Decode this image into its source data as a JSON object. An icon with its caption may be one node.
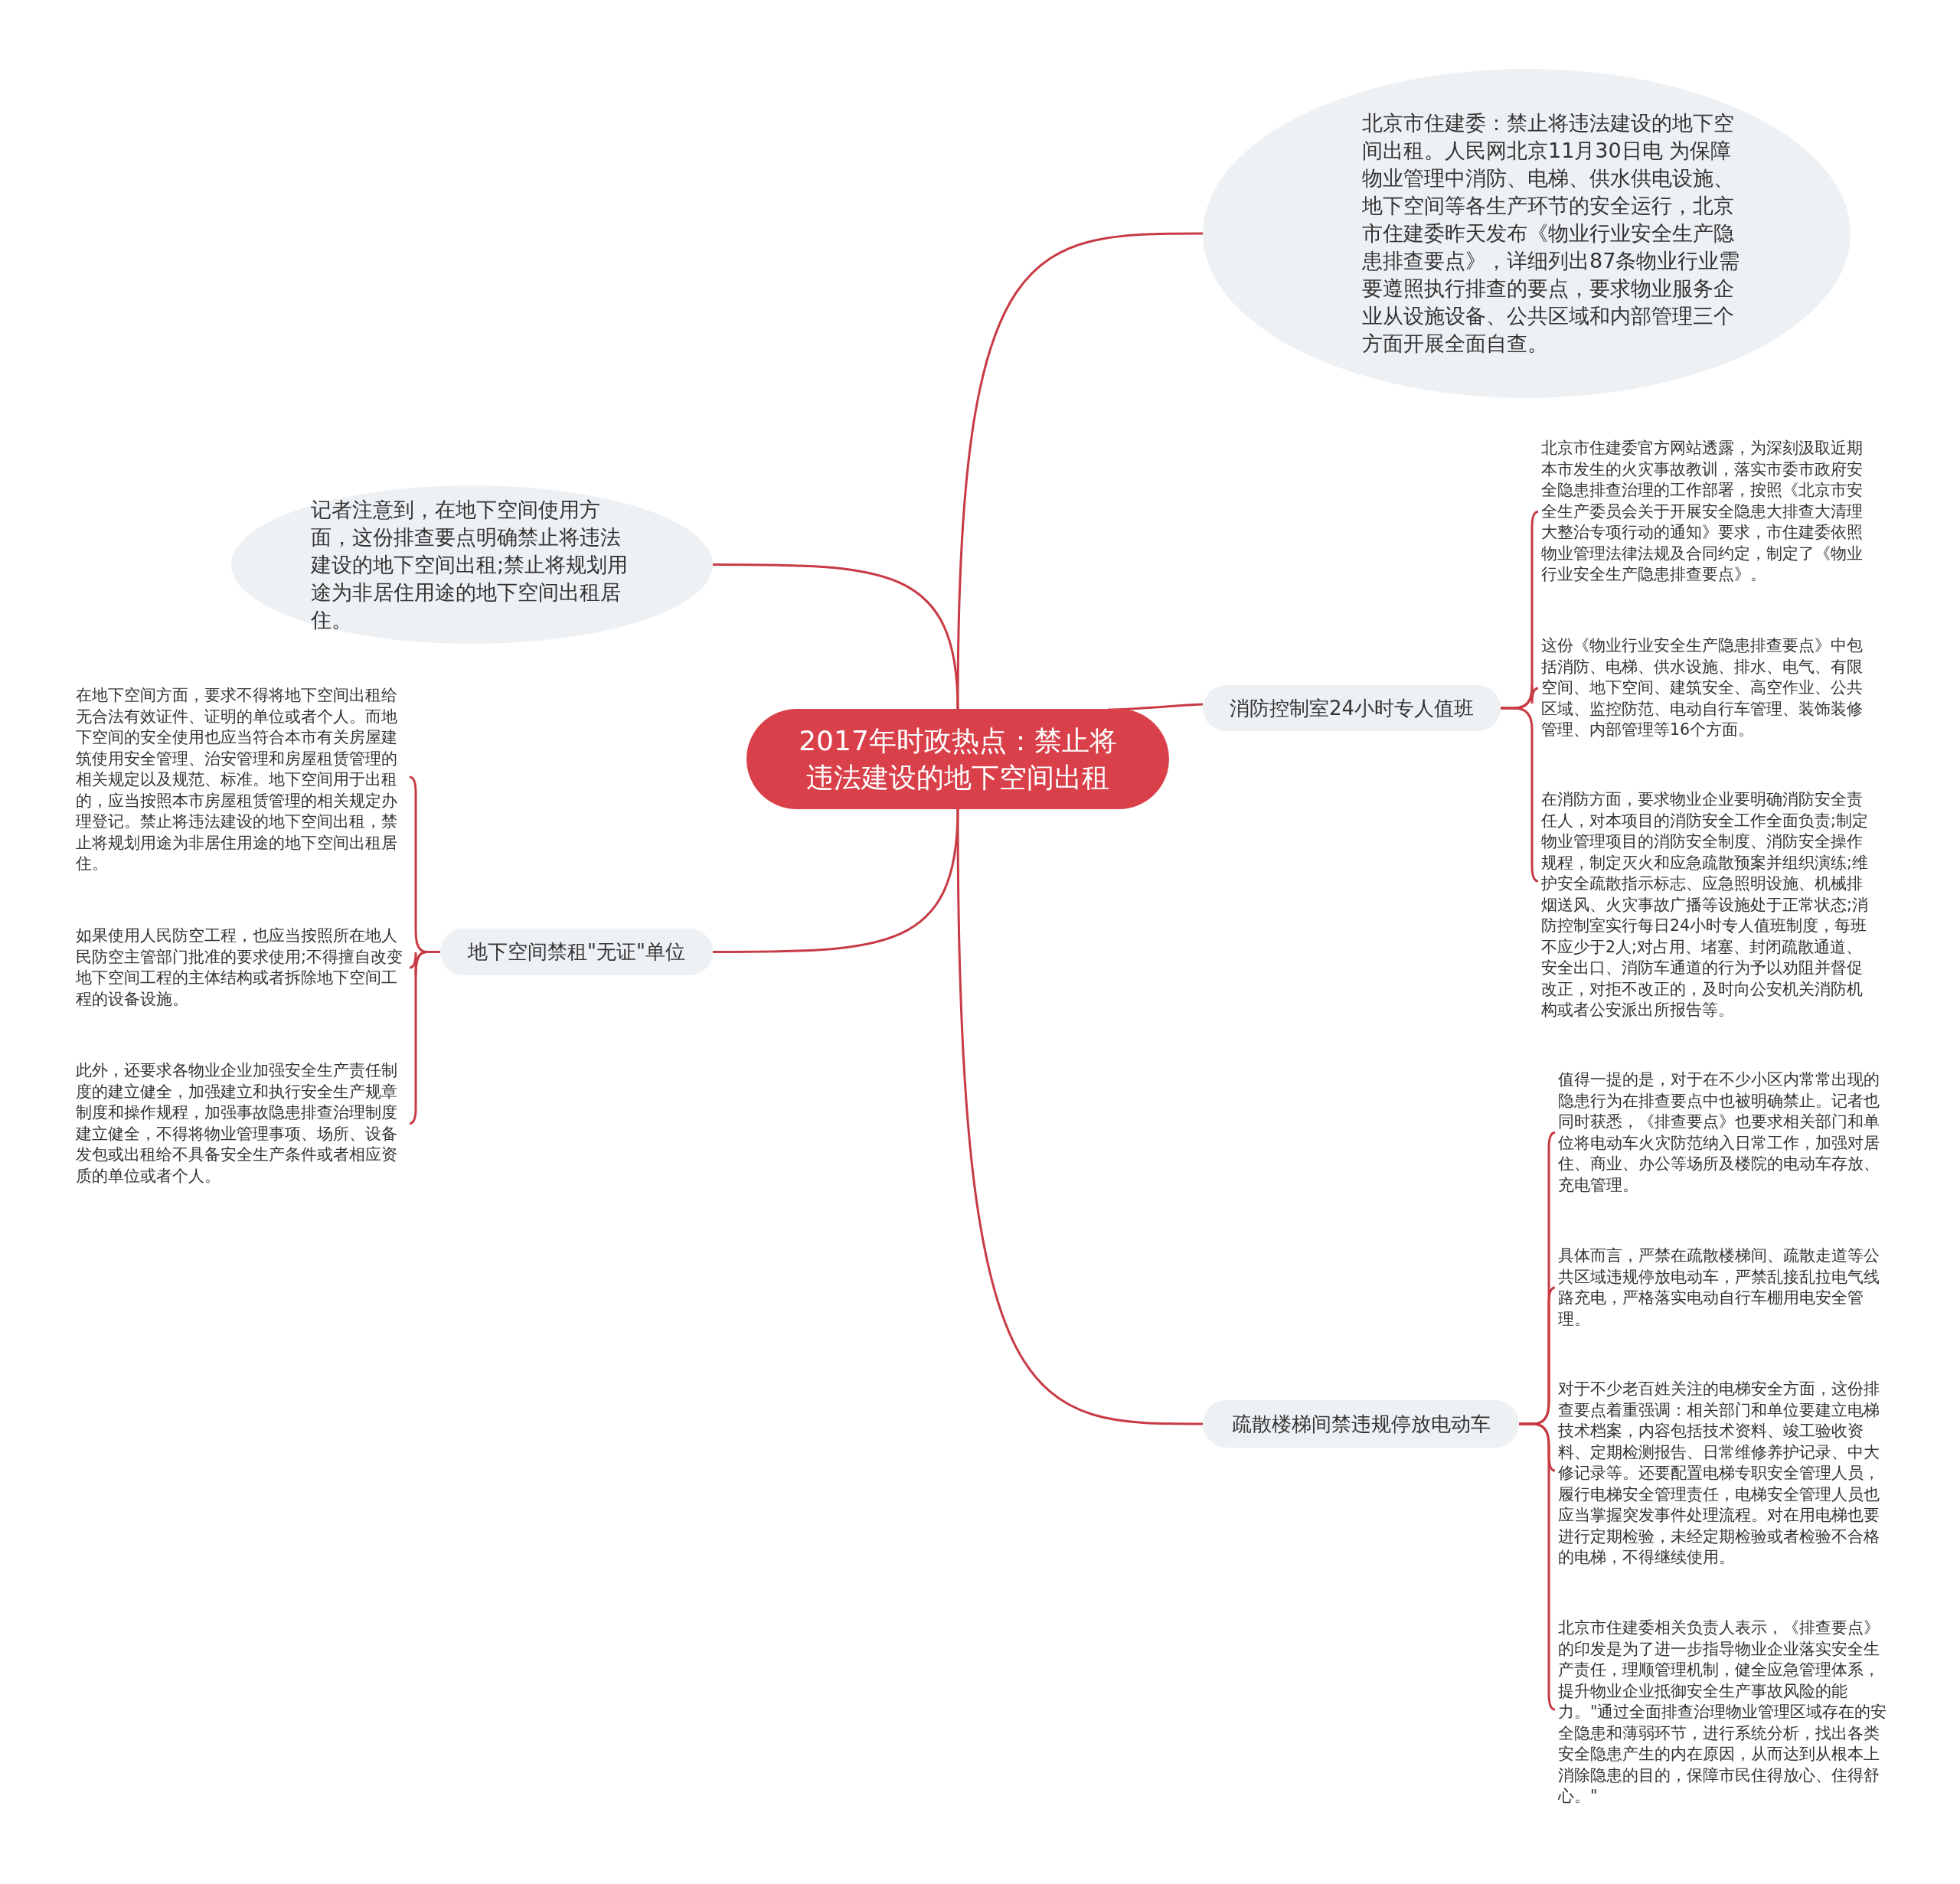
{
  "diagram": {
    "nodes": [
      {
        "text": [
          "2017年时政热点：禁止将违法建设的地下空间出租"
        ]
      },
      {
        "text": [
          "北京市住建委：禁止将违法建设的地下空间出租。人民网北京11月30日电 为保障物业管理中消防、电梯、供水供电设施、地下空间等各生产环节的安全运行，北京市住建委昨天发布《物业行业安全生产隐患排查要点》，详细列出87条物业行业需要遵照执行排查的要点，要求物业服务企业从设施设备、公共区域和内部管理三个方面开展全面自查。"
        ]
      },
      {
        "text": [
          "记者注意到，在地下空间使用方面，这份排查要点明确禁止将违法建设的地下空间出租;禁止将规划用途为非居住用途的地下空间出租居住。"
        ]
      },
      {
        "text": [
          "消防控制室24小时专人值班"
        ]
      },
      {
        "text": [
          "疏散楼梯间禁违规停放电动车"
        ]
      },
      {
        "text": [
          "地下空间禁租\"无证\"单位"
        ]
      },
      {
        "text": [
          "北京市住建委官方网站透露，为深刻汲取近期本市发生的火灾事故教训，落实市委市政府安全隐患排查治理的工作部署，按照《北京市安全生产委员会关于开展安全隐患大排查大清理大整治专项行动的通知》要求，市住建委依照物业管理法律法规及合同约定，制定了《物业行业安全生产隐患排查要点》。"
        ]
      },
      {
        "text": [
          "这份《物业行业安全生产隐患排查要点》中包括消防、电梯、供水设施、排水、电气、有限空间、地下空间、建筑安全、高空作业、公共区域、监控防范、电动自行车管理、装饰装修管理、内部管理等16个方面。"
        ]
      },
      {
        "text": [
          "在消防方面，要求物业企业要明确消防安全责任人，对本项目的消防安全工作全面负责;制定物业管理项目的消防安全制度、消防安全操作规程，制定灭火和应急疏散预案并组织演练;维护安全疏散指示标志、应急照明设施、机械排烟送风、火灾事故广播等设施处于正常状态;消防控制室实行每日24小时专人值班制度，每班不应少于2人;对占用、堵塞、封闭疏散通道、安全出口、消防车通道的行为予以劝阻并督促改正，对拒不改正的，及时向公安机关消防机构或者公安派出所报告等。"
        ]
      },
      {
        "text": [
          "值得一提的是，对于在不少小区内常常出现的隐患行为在排查要点中也被明确禁止。记者也同时获悉，《排查要点》也要求相关部门和单位将电动车火灾防范纳入日常工作，加强对居住、商业、办公等场所及楼院的电动车存放、充电管理。"
        ]
      },
      {
        "text": [
          "具体而言，严禁在疏散楼梯间、疏散走道等公共区域违规停放电动车，严禁乱接乱拉电气线路充电，严格落实电动自行车棚用电安全管理。"
        ]
      },
      {
        "text": [
          "对于不少老百姓关注的电梯安全方面，这份排查要点着重强调：相关部门和单位要建立电梯技术档案，内容包括技术资料、竣工验收资料、定期检测报告、日常维修养护记录、中大修记录等。还要配置电梯专职安全管理人员，履行电梯安全管理责任，电梯安全管理人员也应当掌握突发事件处理流程。对在用电梯也要进行定期检验，未经定期检验或者检验不合格的电梯，不得继续使用。"
        ]
      },
      {
        "text": [
          "北京市住建委相关负责人表示，《排查要点》的印发是为了进一步指导物业企业落实安全生产责任，理顺管理机制，健全应急管理体系，提升物业企业抵御安全生产事故风险的能力。\"通过全面排查治理物业管理区域存在的安全隐患和薄弱环节，进行系统分析，找出各类安全隐患产生的内在原因，从而达到从根本上消除隐患的目的，保障市民住得放心、住得舒心。\""
        ]
      },
      {
        "text": [
          "在地下空间方面，要求不得将地下空间出租给无合法有效证件、证明的单位或者个人。而地下空间的安全使用也应当符合本市有关房屋建筑使用安全管理、治安管理和房屋租赁管理的相关规定以及规范、标准。地下空间用于出租的，应当按照本市房屋租赁管理的相关规定办理登记。禁止将违法建设的地下空间出租，禁止将规划用途为非居住用途的地下空间出租居住。"
        ]
      },
      {
        "text": [
          "如果使用人民防空工程，也应当按照所在地人民防空主管部门批准的要求使用;不得擅自改变地下空间工程的主体结构或者拆除地下空间工程的设备设施。"
        ]
      },
      {
        "text": [
          "此外，还要求各物业企业加强安全生产责任制度的建立健全，加强建立和执行安全生产规章制度和操作规程，加强事故隐患排查治理制度建立健全，不得将物业管理事项、场所、设备发包或出租给不具备安全生产条件或者相应资质的单位或者个人。"
        ]
      }
    ],
    "edges": [
      {
        "from": 0,
        "to": 1,
        "arrow": "none"
      },
      {
        "from": 0,
        "to": 2,
        "arrow": "none"
      },
      {
        "from": 0,
        "to": 3,
        "arrow": "none"
      },
      {
        "from": 0,
        "to": 4,
        "arrow": "none"
      },
      {
        "from": 0,
        "to": 5,
        "arrow": "none"
      },
      {
        "from": 3,
        "to": 6,
        "arrow": "none"
      },
      {
        "from": 3,
        "to": 7,
        "arrow": "none"
      },
      {
        "from": 3,
        "to": 8,
        "arrow": "none"
      },
      {
        "from": 4,
        "to": 9,
        "arrow": "none"
      },
      {
        "from": 4,
        "to": 10,
        "arrow": "none"
      },
      {
        "from": 4,
        "to": 11,
        "arrow": "none"
      },
      {
        "from": 4,
        "to": 12,
        "arrow": "none"
      },
      {
        "from": 5,
        "to": 13,
        "arrow": "none"
      },
      {
        "from": 5,
        "to": 14,
        "arrow": "none"
      },
      {
        "from": 5,
        "to": 15,
        "arrow": "none"
      }
    ]
  }
}
